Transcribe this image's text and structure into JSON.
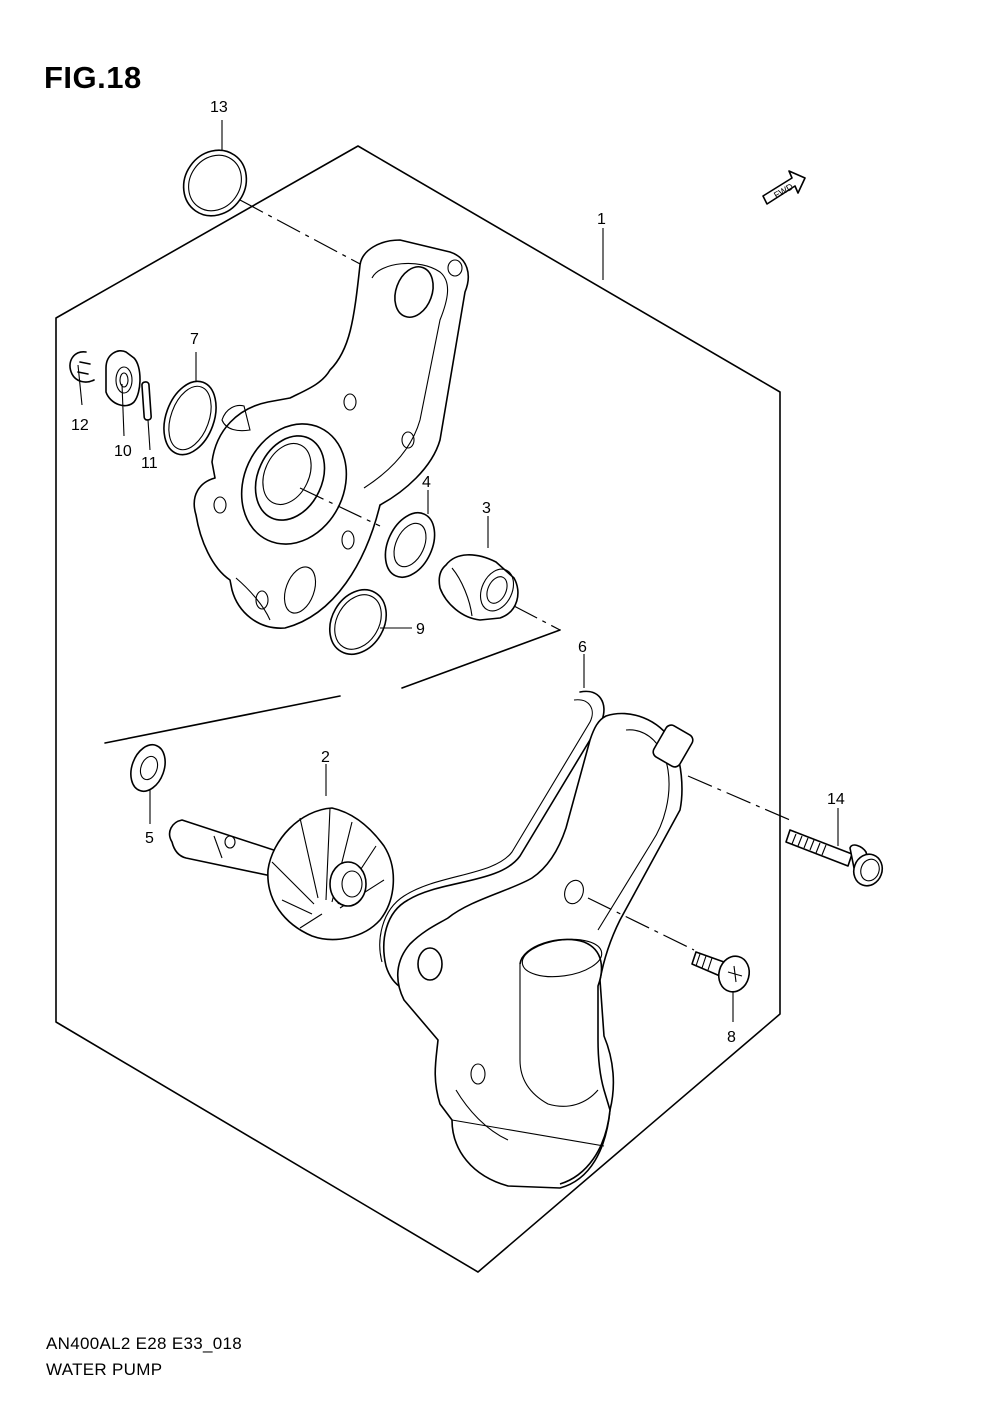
{
  "figure": {
    "title": "FIG.18"
  },
  "footer": {
    "model_code": "AN400AL2 E28 E33_018",
    "section_name": "WATER PUMP"
  },
  "fwd_arrow": {
    "label": "FWD"
  },
  "callouts": [
    "1",
    "2",
    "3",
    "4",
    "5",
    "6",
    "7",
    "8",
    "9",
    "10",
    "11",
    "12",
    "13",
    "14"
  ]
}
